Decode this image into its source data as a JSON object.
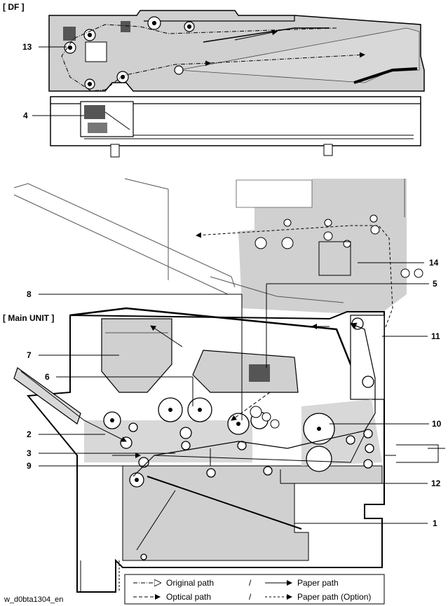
{
  "sections": {
    "df": "[ DF ]",
    "main": "[ Main UNIT ]"
  },
  "callouts": {
    "c13": "13",
    "c4": "4",
    "c14": "14",
    "c8": "8",
    "c5": "5",
    "c11": "11",
    "c7": "7",
    "c6": "6",
    "c2": "2",
    "c10": "10",
    "c3": "3",
    "c9": "9",
    "c12": "12",
    "c1": "1"
  },
  "legend": {
    "original_path": "Original path",
    "paper_path": "Paper path",
    "optical_path": "Optical path",
    "paper_path_option": "Paper path (Option)",
    "separator": "/"
  },
  "filename": "w_d0bta1304_en",
  "colors": {
    "shade": "#d0d0d0",
    "line": "#000000",
    "bg": "#ffffff"
  }
}
